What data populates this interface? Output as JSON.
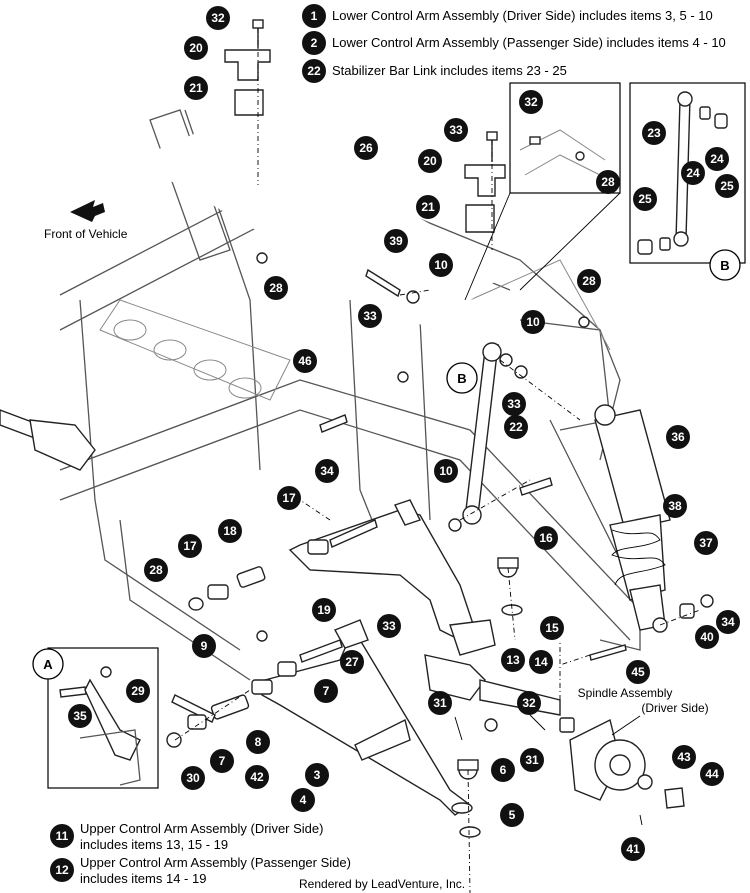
{
  "legend": {
    "top": [
      {
        "num": "1",
        "text": "Lower Control Arm Assembly (Driver Side) includes items 3, 5 - 10"
      },
      {
        "num": "2",
        "text": "Lower Control Arm Assembly (Passenger Side) includes items 4 - 10"
      },
      {
        "num": "22",
        "text": "Stabilizer Bar Link includes items 23 - 25"
      }
    ],
    "bottom": [
      {
        "num": "11",
        "line1": "Upper Control Arm Assembly (Driver Side)",
        "line2": "includes items 13, 15 - 19"
      },
      {
        "num": "12",
        "line1": "Upper Control Arm Assembly (Passenger Side)",
        "line2": "includes items 14 - 19"
      }
    ]
  },
  "labels": {
    "front_of_vehicle": "Front of Vehicle",
    "spindle_line1": "Spindle Assembly",
    "spindle_line2": "(Driver Side)",
    "credit": "Rendered by LeadVenture, Inc.",
    "detail_a": "A",
    "detail_b": "B"
  },
  "callouts": [
    "3",
    "4",
    "5",
    "6",
    "7",
    "7",
    "8",
    "9",
    "10",
    "10",
    "10",
    "13",
    "14",
    "15",
    "16",
    "17",
    "17",
    "18",
    "19",
    "20",
    "20",
    "21",
    "21",
    "22",
    "23",
    "24",
    "24",
    "25",
    "25",
    "26",
    "27",
    "28",
    "28",
    "28",
    "28",
    "29",
    "30",
    "31",
    "31",
    "32",
    "32",
    "32",
    "33",
    "33",
    "33",
    "33",
    "34",
    "34",
    "35",
    "36",
    "37",
    "38",
    "39",
    "40",
    "41",
    "42",
    "43",
    "44",
    "45",
    "46"
  ],
  "colors": {
    "callout_fill": "#111111",
    "callout_text": "#ffffff",
    "line": "#222222",
    "frame": "#555555"
  }
}
